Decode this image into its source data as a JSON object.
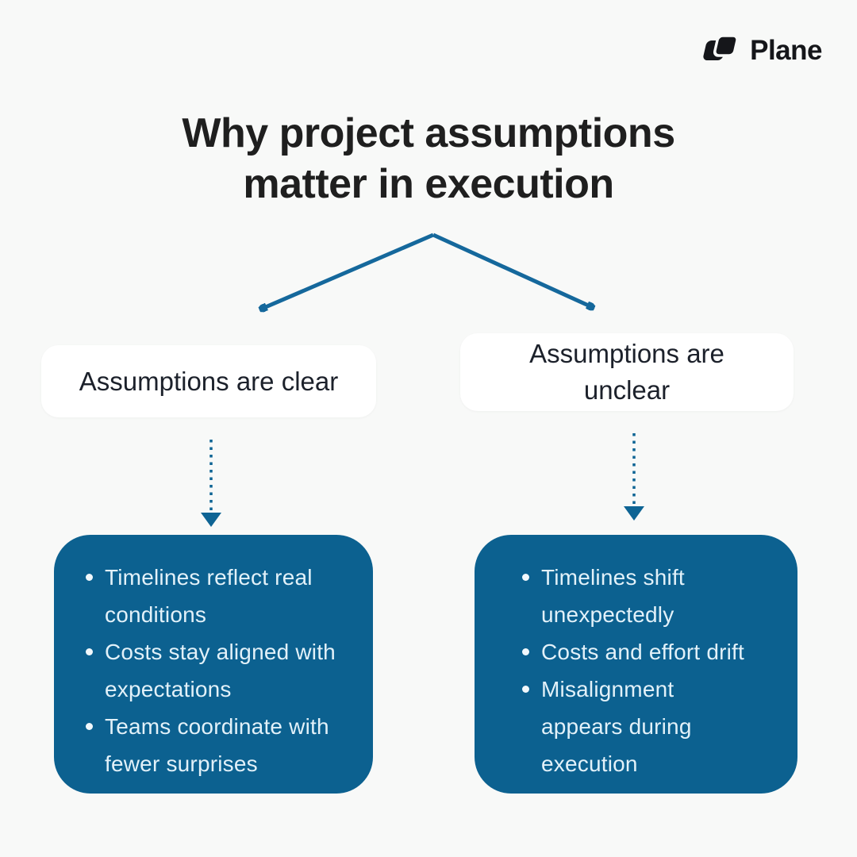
{
  "colors": {
    "background": "#f8f9f8",
    "box_fill": "#0c6190",
    "arrow": "#15689c",
    "dotted_arrow": "#0e6494",
    "title_text": "#1f1f1f",
    "label_bg": "#ffffff",
    "label_text": "#1c212b",
    "bullet_text": "#e2f1f9",
    "logo_text": "#15161a"
  },
  "logo": {
    "text": "Plane"
  },
  "title": {
    "line1": "Why project assumptions",
    "line2": "matter in execution"
  },
  "branch_left": {
    "label": "Assumptions are clear",
    "bullets": [
      "Timelines reflect real conditions",
      "Costs stay aligned with expectations",
      "Teams coordinate with fewer surprises"
    ]
  },
  "branch_right": {
    "label": "Assumptions are\nunclear",
    "bullets": [
      "Timelines shift unexpectedly",
      "Costs and effort drift",
      "Misalignment appears during execution"
    ]
  }
}
